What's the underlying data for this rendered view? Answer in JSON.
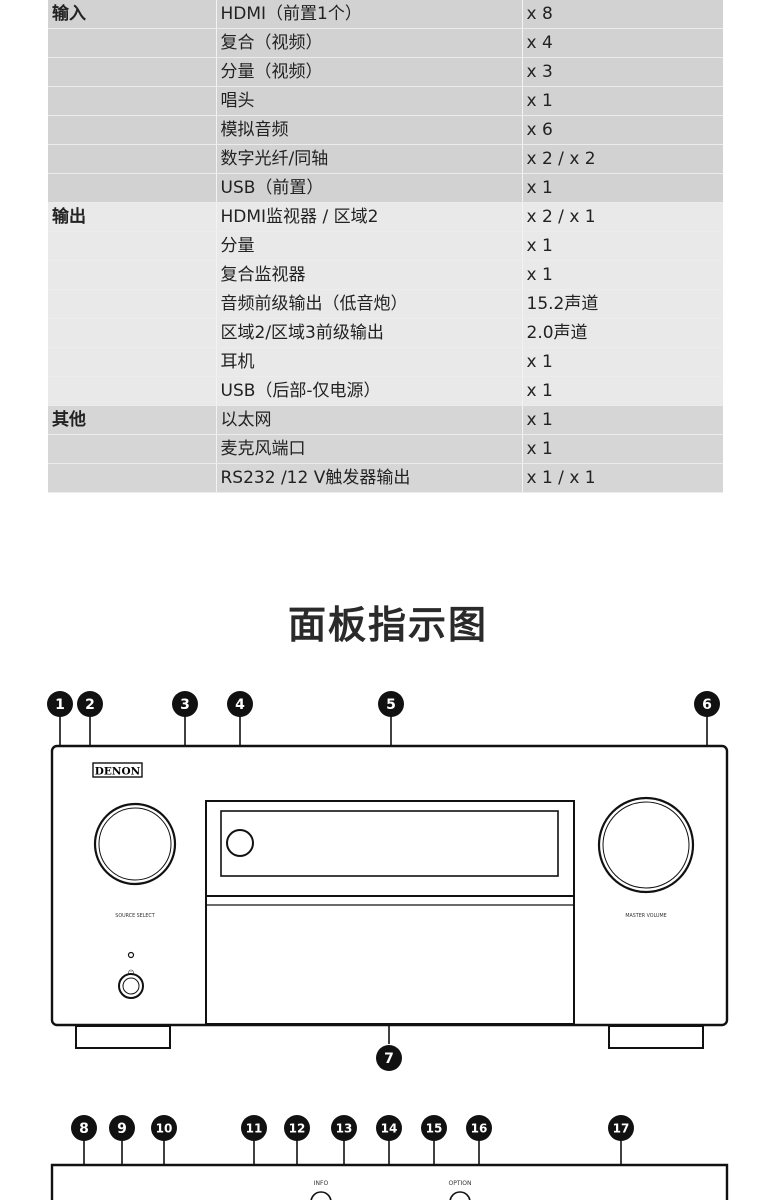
{
  "spec_table": {
    "groups": [
      {
        "category": "输入",
        "rows": [
          {
            "item": "HDMI（前置1个）",
            "qty": "x 8"
          },
          {
            "item": "复合（视频）",
            "qty": "x 4"
          },
          {
            "item": "分量（视频）",
            "qty": "x 3"
          },
          {
            "item": "唱头",
            "qty": "x 1"
          },
          {
            "item": "模拟音频",
            "qty": "x 6"
          },
          {
            "item": "数字光纤/同轴",
            "qty": "x 2 / x 2"
          },
          {
            "item": "USB（前置）",
            "qty": "x 1"
          }
        ]
      },
      {
        "category": "输出",
        "rows": [
          {
            "item": "HDMI监视器 / 区域2",
            "qty": "x 2 / x 1"
          },
          {
            "item": "分量",
            "qty": "x 1"
          },
          {
            "item": "复合监视器",
            "qty": "x 1"
          },
          {
            "item": "音频前级输出（低音炮）",
            "qty": "15.2声道"
          },
          {
            "item": "区域2/区域3前级输出",
            "qty": "2.0声道"
          },
          {
            "item": "耳机",
            "qty": "x 1"
          },
          {
            "item": "USB（后部-仅电源）",
            "qty": "x 1"
          }
        ]
      },
      {
        "category": "其他",
        "rows": [
          {
            "item": "以太网",
            "qty": "x 1"
          },
          {
            "item": "麦克风端口",
            "qty": "x 1"
          },
          {
            "item": "RS232 /12 V触发器输出",
            "qty": "x 1 / x 1"
          }
        ]
      }
    ]
  },
  "panel": {
    "heading": "面板指示图",
    "brand": "DENON",
    "source_select_label": "SOURCE SELECT",
    "master_volume_label": "MASTER VOLUME",
    "info_label": "INFO",
    "option_label": "OPTION",
    "callouts_top": [
      "1",
      "2",
      "3",
      "4",
      "5",
      "6"
    ],
    "callout_bottom": "7",
    "callouts_row2": [
      "8",
      "9",
      "10",
      "11",
      "12",
      "13",
      "14",
      "15",
      "16",
      "17"
    ]
  }
}
